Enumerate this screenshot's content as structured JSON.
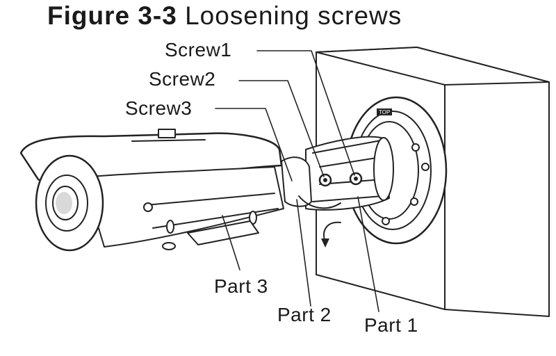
{
  "figure": {
    "number": "Figure 3-3",
    "caption": "Loosening screws"
  },
  "labels": {
    "screw1": "Screw1",
    "screw2": "Screw2",
    "screw3": "Screw3",
    "part1": "Part 1",
    "part2": "Part 2",
    "part3": "Part 3"
  },
  "mount_badge": "TOP",
  "colors": {
    "ink": "#1a1a1a",
    "line": "#222222",
    "paper": "#ffffff",
    "shade": "#d9d9d9"
  },
  "icons": [
    "rotation-arrow-icon",
    "screw-head-icon"
  ]
}
